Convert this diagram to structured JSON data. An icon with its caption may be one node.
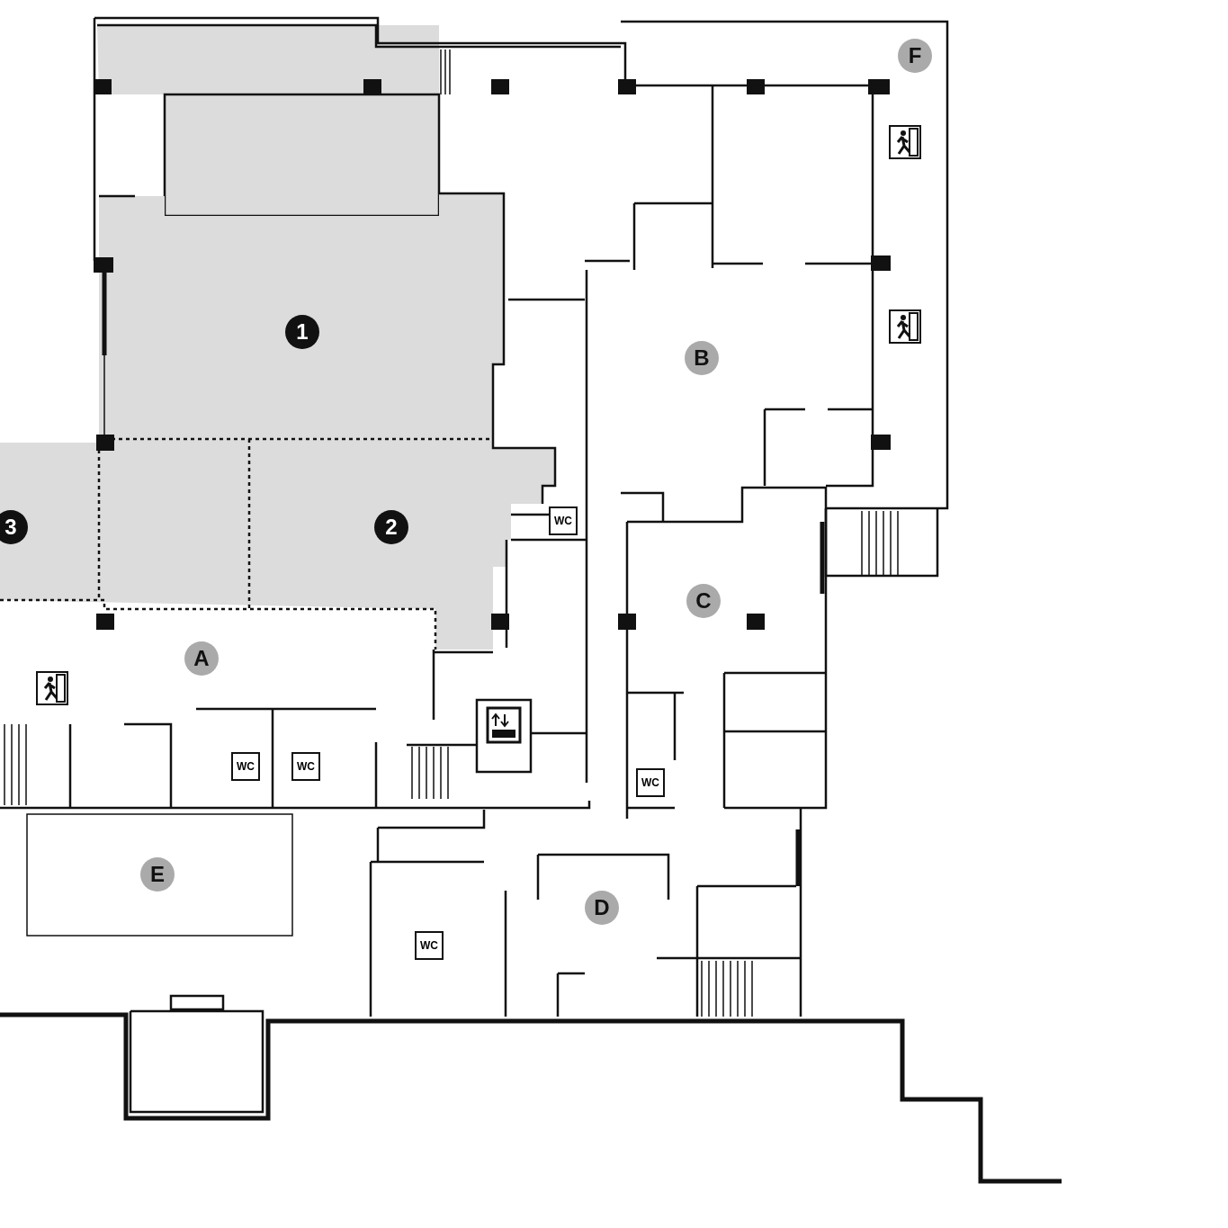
{
  "diagram": {
    "labels": [
      "F",
      "1",
      "B",
      "3",
      "2",
      "WC",
      "C",
      "A",
      "WC",
      "WC",
      "WC",
      "E",
      "D",
      "WC"
    ]
  }
}
